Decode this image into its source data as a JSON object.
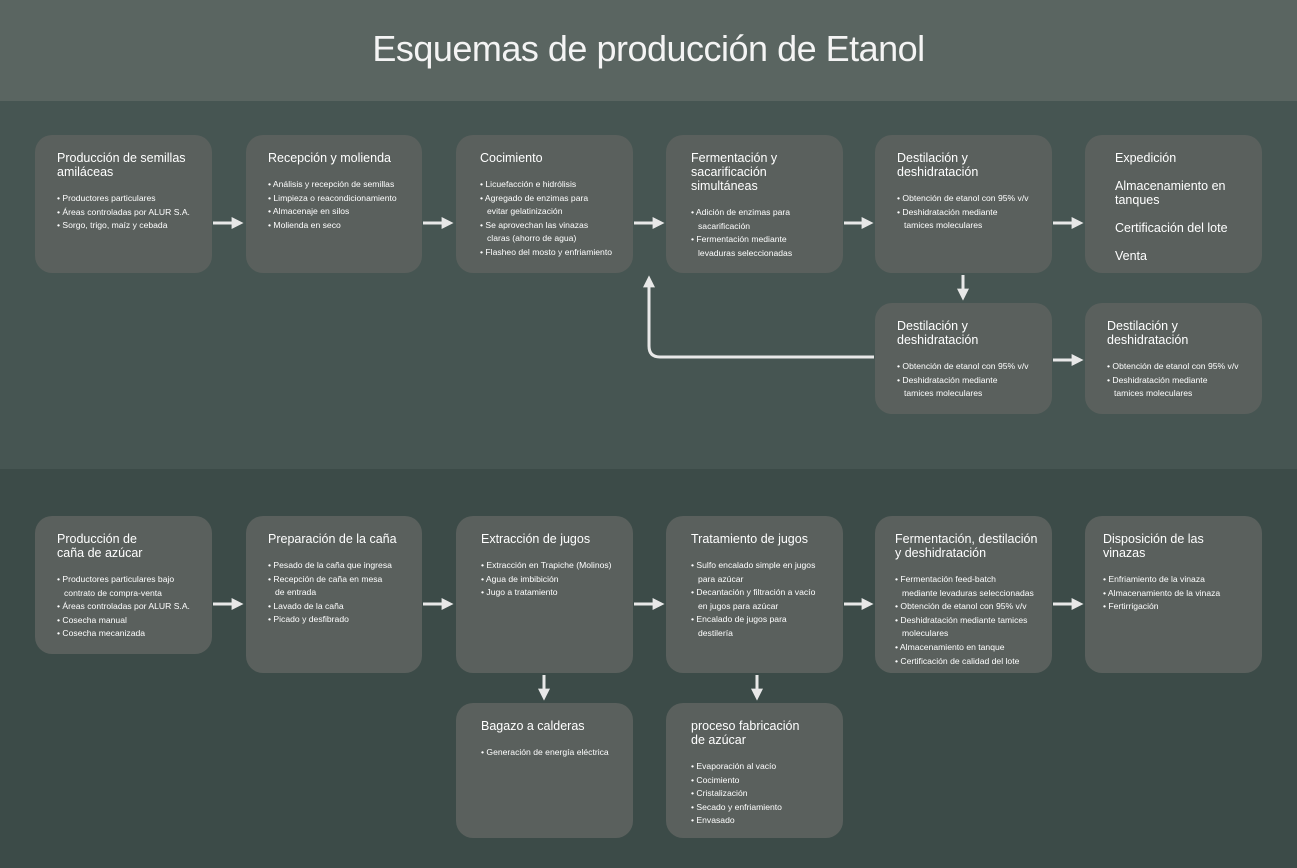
{
  "title": "Esquemas de producción de Etanol",
  "top": {
    "boxes": [
      {
        "title": "Producción de semillas\namiláceas",
        "items": [
          "Productores particulares",
          "Áreas controladas por ALUR S.A.",
          "Sorgo, trigo, maíz y cebada"
        ]
      },
      {
        "title": "Recepción y molienda",
        "items": [
          "Análisis y recepción de semillas",
          "Limpieza o reacondicionamiento",
          "Almacenaje en silos",
          "Molienda en seco"
        ]
      },
      {
        "title": "Cocimiento",
        "items": [
          "Licuefacción e hidrólisis",
          "Agregado de enzimas para\nevitar gelatinización",
          "Se aprovechan las vinazas\nclaras (ahorro de agua)",
          "Flasheo del mosto y enfriamiento"
        ]
      },
      {
        "title": "Fermentación y\nsacarificación simultáneas",
        "items": [
          "Adición de enzimas para\nsacarificación",
          "Fermentación mediante\nlevaduras seleccionadas"
        ]
      },
      {
        "title": "Destilación y\ndeshidratación",
        "items": [
          "Obtención de etanol con 95% v/v",
          "Deshidratación mediante\ntamices moleculares"
        ]
      },
      {
        "title": "Expedición",
        "plain_items": [
          "Almacenamiento en\ntanques",
          "Certificación del lote",
          "Venta"
        ]
      },
      {
        "title": "Destilación y\ndeshidratación",
        "items": [
          "Obtención de etanol con 95% v/v",
          "Deshidratación mediante\ntamices moleculares"
        ]
      },
      {
        "title": "Destilación y\ndeshidratación",
        "items": [
          "Obtención de etanol con 95% v/v",
          "Deshidratación mediante\ntamices moleculares"
        ]
      }
    ]
  },
  "bottom": {
    "boxes": [
      {
        "title": "Producción de\ncaña de azúcar",
        "items": [
          "Productores particulares bajo\ncontrato de compra-venta",
          "Áreas controladas por ALUR S.A.",
          "Cosecha manual",
          "Cosecha mecanizada"
        ]
      },
      {
        "title": "Preparación de la caña",
        "items": [
          "Pesado de la caña que ingresa",
          "Recepción de caña en mesa\nde entrada",
          "Lavado de la caña",
          "Picado y desfibrado"
        ]
      },
      {
        "title": "Extracción de jugos",
        "items": [
          "Extracción en Trapiche (Molinos)",
          "Agua de imbibición",
          "Jugo a tratamiento"
        ]
      },
      {
        "title": "Tratamiento de jugos",
        "items": [
          "Sulfo encalado simple en jugos\npara azúcar",
          "Decantación y filtración a vacío\nen jugos para azúcar",
          "Encalado de jugos para\ndestilería"
        ]
      },
      {
        "title": "Fermentación, destilación\ny deshidratación",
        "items": [
          "Fermentación feed-batch\nmediante levaduras seleccionadas",
          "Obtención de etanol con 95% v/v",
          "Deshidratación mediante tamices\nmoleculares",
          "Almacenamiento en tanque",
          "Certificación de calidad del lote"
        ]
      },
      {
        "title": "Disposición de las vinazas",
        "items": [
          "Enfriamiento de la vinaza",
          "Almacenamiento de la vinaza",
          "Fertirrigación"
        ]
      },
      {
        "title": "Bagazo a calderas",
        "items": [
          "Generación de energía eléctrica"
        ]
      },
      {
        "title": "proceso fabricación\nde azúcar",
        "items": [
          "Evaporación al vacío",
          "Cocimiento",
          "Cristalización",
          "Secado y enfriamiento",
          "Envasado"
        ]
      }
    ]
  }
}
